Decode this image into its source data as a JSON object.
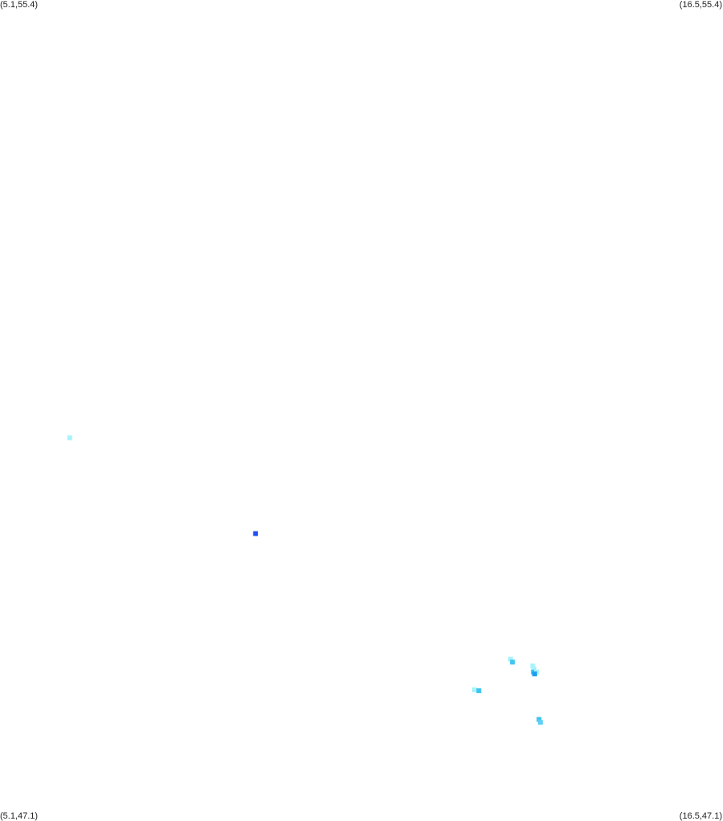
{
  "corners": {
    "top_left": "(5.1,55.4)",
    "top_right": "(16.5,55.4)",
    "bottom_left": "(5.1,47.1)",
    "bottom_right": "(16.5,47.1)"
  },
  "bounds": {
    "lon_min": 5.1,
    "lon_max": 16.5,
    "lat_min": 47.1,
    "lat_max": 55.4
  },
  "points": [
    {
      "lon": 6.2,
      "lat": 50.97,
      "color": "#aaf2fb"
    },
    {
      "lon": 9.13,
      "lat": 50.0,
      "color": "#1e4ff5"
    },
    {
      "lon": 13.15,
      "lat": 48.73,
      "color": "#aaf2fb"
    },
    {
      "lon": 13.18,
      "lat": 48.7,
      "color": "#3fc6f0"
    },
    {
      "lon": 13.5,
      "lat": 48.66,
      "color": "#aaf2fb"
    },
    {
      "lon": 13.52,
      "lat": 48.63,
      "color": "#aaf2fb"
    },
    {
      "lon": 13.51,
      "lat": 48.6,
      "color": "#3fc6f0"
    },
    {
      "lon": 13.56,
      "lat": 48.6,
      "color": "#aaf2fb"
    },
    {
      "lon": 13.53,
      "lat": 48.58,
      "color": "#1e9ef0"
    },
    {
      "lon": 12.58,
      "lat": 48.42,
      "color": "#aaf2fb"
    },
    {
      "lon": 12.65,
      "lat": 48.41,
      "color": "#3fc6f0"
    },
    {
      "lon": 13.6,
      "lat": 48.12,
      "color": "#3fc6f0"
    },
    {
      "lon": 13.62,
      "lat": 48.09,
      "color": "#5fd0f5"
    }
  ]
}
